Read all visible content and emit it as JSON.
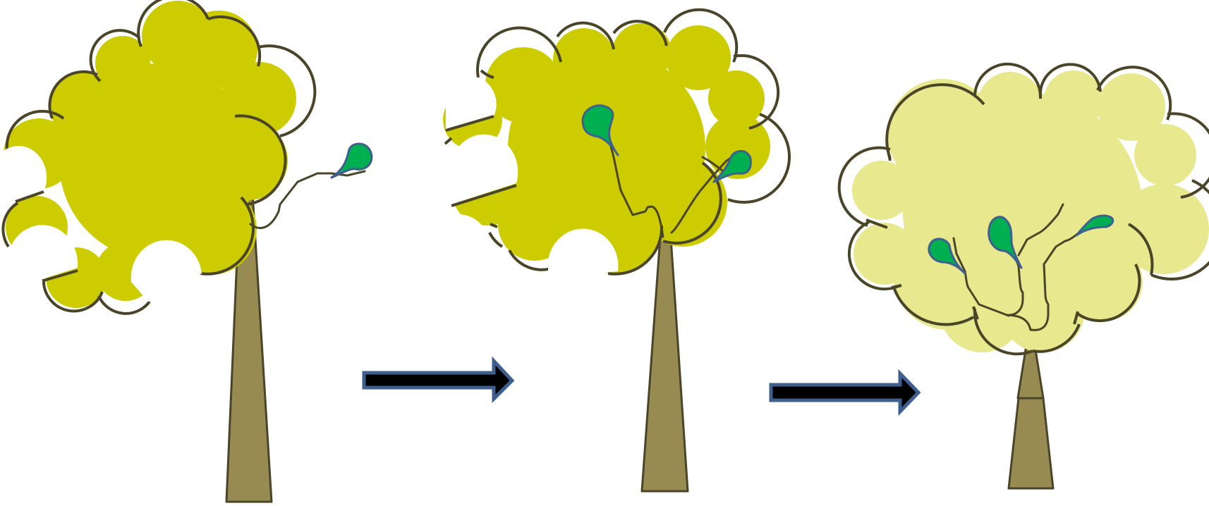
{
  "diagram": {
    "colors": {
      "background": "#ffffff",
      "outline": "#4a4528",
      "crown_dark": "#cccc00",
      "crown_light": "#e8e88e",
      "trunk": "#978b52",
      "leaf": "#00b050",
      "leaf_outline": "#3f5f8f",
      "arrow_fill": "#000000",
      "arrow_outline": "#3f5f8f"
    },
    "stages": [
      {
        "id": "stage-1",
        "crown": "dark",
        "trunk": "tall",
        "leaf_count": 1
      },
      {
        "id": "stage-2",
        "crown": "dark",
        "trunk": "tall",
        "leaf_count": 2
      },
      {
        "id": "stage-3",
        "crown": "light",
        "trunk": "stepped",
        "leaf_count": 3
      }
    ],
    "arrows": [
      {
        "from": "stage-1",
        "to": "stage-2",
        "icon": "right-arrow-icon"
      },
      {
        "from": "stage-2",
        "to": "stage-3",
        "icon": "right-arrow-icon"
      }
    ]
  }
}
